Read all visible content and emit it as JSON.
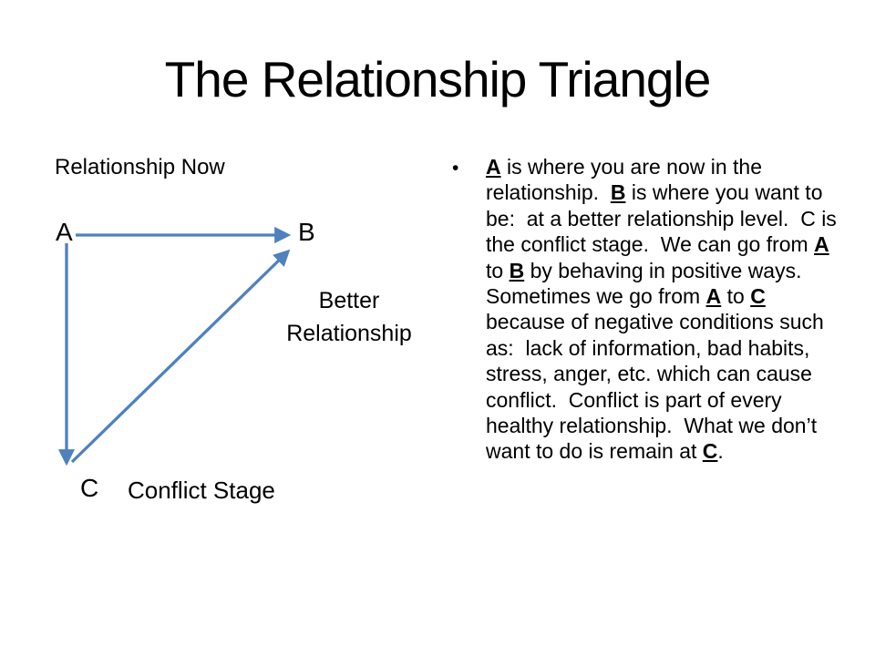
{
  "slide": {
    "title": "The Relationship Triangle"
  },
  "colors": {
    "background": "#ffffff",
    "text": "#000000",
    "arrow": "#4f81bd"
  },
  "diagram": {
    "arrow_color": "#4f81bd",
    "relationship_now_label": "Relationship Now",
    "vertex_a": "A",
    "vertex_b": "B",
    "vertex_c": "C",
    "better_line1": "Better",
    "better_line2": "Relationship",
    "conflict_label": "Conflict Stage"
  },
  "bullet": {
    "marker": "•",
    "segments": [
      {
        "text": "A",
        "strong": true
      },
      {
        "text": " is where you are now in the relationship.  ",
        "strong": false
      },
      {
        "text": "B",
        "strong": true
      },
      {
        "text": " is where you want to be:  at a better relationship level.  C is the conflict stage.  We can go from ",
        "strong": false
      },
      {
        "text": "A",
        "strong": true
      },
      {
        "text": " to ",
        "strong": false
      },
      {
        "text": "B",
        "strong": true
      },
      {
        "text": " by behaving in positive ways.  Sometimes we go from ",
        "strong": false
      },
      {
        "text": "A",
        "strong": true
      },
      {
        "text": " to ",
        "strong": false
      },
      {
        "text": "C",
        "strong": true
      },
      {
        "text": " because of negative conditions such as:  lack of information, bad habits, stress, anger, etc. which can cause conflict.  Conflict is part of every healthy relationship.  What we don’t want to do is remain at ",
        "strong": false
      },
      {
        "text": "C",
        "strong": true
      },
      {
        "text": ".",
        "strong": false
      }
    ]
  }
}
